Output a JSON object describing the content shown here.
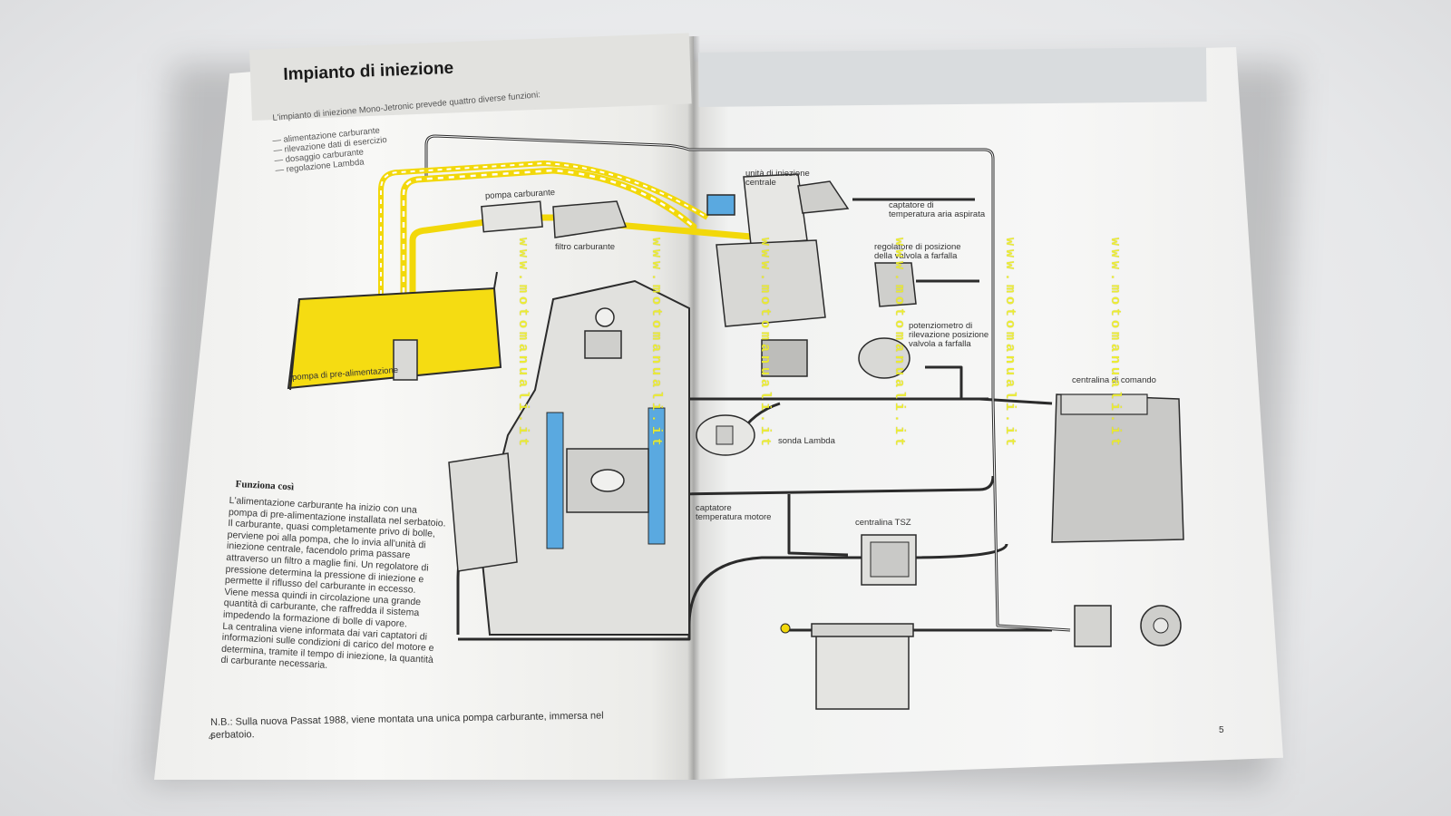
{
  "title": "Impianto di iniezione",
  "intro": "L'impianto di iniezione Mono-Jetronic prevede quattro diverse funzioni:",
  "functions": [
    "— alimentazione carburante",
    "— rilevazione dati di esercizio",
    "— dosaggio carburante",
    "— regolazione Lambda"
  ],
  "labels": {
    "pompa_carburante": "pompa carburante",
    "filtro_carburante": "filtro carburante",
    "pompa_prealimentazione": "pompa di pre-alimentazione",
    "unita_iniezione_1": "unità di iniezione",
    "unita_iniezione_2": "centrale",
    "captatore_aria_1": "captatore di",
    "captatore_aria_2": "temperatura aria aspirata",
    "regolatore_1": "regolatore di posizione",
    "regolatore_2": "della valvola a farfalla",
    "potenziometro_1": "potenziometro di",
    "potenziometro_2": "rilevazione posizione",
    "potenziometro_3": "valvola a farfalla",
    "centralina_comando": "centralina di comando",
    "sonda_lambda": "sonda Lambda",
    "captatore_motore_1": "captatore",
    "captatore_motore_2": "temperatura motore",
    "centralina_tsz": "centralina TSZ"
  },
  "section_heading": "Funziona così",
  "body_paragraphs": [
    "L'alimentazione carburante ha inizio con una pompa di pre-alimentazione installata nel serbatoio. Il carburante, quasi completamente privo di bolle, perviene poi alla pompa, che lo invia all'unità di iniezione centrale, facendolo prima passare attraverso un filtro a maglie fini. Un regolatore di pressione determina la pressione di iniezione e permette il riflusso del carburante in eccesso.",
    "Viene messa quindi in circolazione una grande quantità di carburante, che raffredda il sistema impedendo la formazione di bolle di vapore.",
    "La centralina viene informata dai vari captatori di informazioni sulle condizioni di carico del motore e determina, tramite il tempo di iniezione, la quantità di carburante necessaria."
  ],
  "note": "N.B.: Sulla nuova Passat 1988, viene montata una unica pompa carburante, immersa nel serbatoio.",
  "page_left": "4",
  "page_right": "5",
  "watermark": "www.motomanuali.it",
  "colors": {
    "fuel": "#f2d80a",
    "fuel_fill": "#f5dc12",
    "blue": "#5aa9e0",
    "line": "#2b2b2b",
    "gray": "#c9c9c7"
  }
}
